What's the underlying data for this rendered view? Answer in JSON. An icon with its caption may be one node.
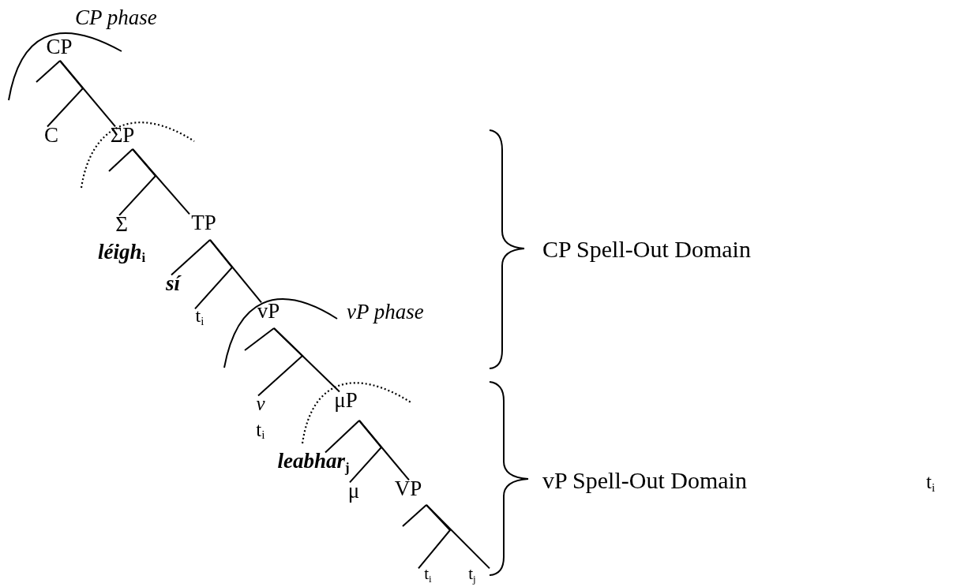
{
  "diagram": {
    "nodes": [
      {
        "text": [
          "CP"
        ]
      },
      {
        "text": [
          "C"
        ]
      },
      {
        "text": [
          "ΣP"
        ]
      },
      {
        "text": [
          "Σ",
          "*léigh*$_{i}$"
        ]
      },
      {
        "text": [
          "TP"
        ]
      },
      {
        "text": [
          "sí"
        ]
      },
      {
        "text": [
          "t$_{i}$"
        ]
      },
      {
        "text": [
          "vP"
        ]
      },
      {
        "text": [
          "v",
          "t$_{i}$"
        ]
      },
      {
        "text": [
          "μP"
        ]
      },
      {
        "text": [
          "*leabhar*$_{j}$"
        ]
      },
      {
        "text": [
          "μ"
        ]
      },
      {
        "text": [
          "VP"
        ]
      },
      {
        "text": [
          "t$_{i}$"
        ]
      },
      {
        "text": [
          "t$_{j}$"
        ]
      }
    ],
    "edges": [
      {
        "from": 0,
        "to": null,
        "arrow": "none"
      },
      {
        "from": 0,
        "to": 1,
        "arrow": "none"
      },
      {
        "from": 0,
        "to": 2,
        "arrow": "none"
      },
      {
        "from": 2,
        "to": null,
        "arrow": "none"
      },
      {
        "from": 2,
        "to": 3,
        "arrow": "none"
      },
      {
        "from": 2,
        "to": 4,
        "arrow": "none"
      },
      {
        "from": 4,
        "to": 5,
        "arrow": "none"
      },
      {
        "from": 4,
        "to": 6,
        "arrow": "none"
      },
      {
        "from": 4,
        "to": 7,
        "arrow": "none"
      },
      {
        "from": 7,
        "to": null,
        "arrow": "none"
      },
      {
        "from": 7,
        "to": 8,
        "arrow": "none"
      },
      {
        "from": 7,
        "to": 9,
        "arrow": "none"
      },
      {
        "from": 9,
        "to": 10,
        "arrow": "none"
      },
      {
        "from": 9,
        "to": 11,
        "arrow": "none"
      },
      {
        "from": 9,
        "to": 12,
        "arrow": "none"
      },
      {
        "from": 12,
        "to": null,
        "arrow": "none"
      },
      {
        "from": 12,
        "to": 13,
        "arrow": "none"
      },
      {
        "from": 12,
        "to": 14,
        "arrow": "none"
      }
    ],
    "labels": [
      "CP phase",
      "vP phase",
      "CP Spell-Out Domain",
      "vP Spell-Out Domain",
      "t$_{i}$"
    ]
  }
}
